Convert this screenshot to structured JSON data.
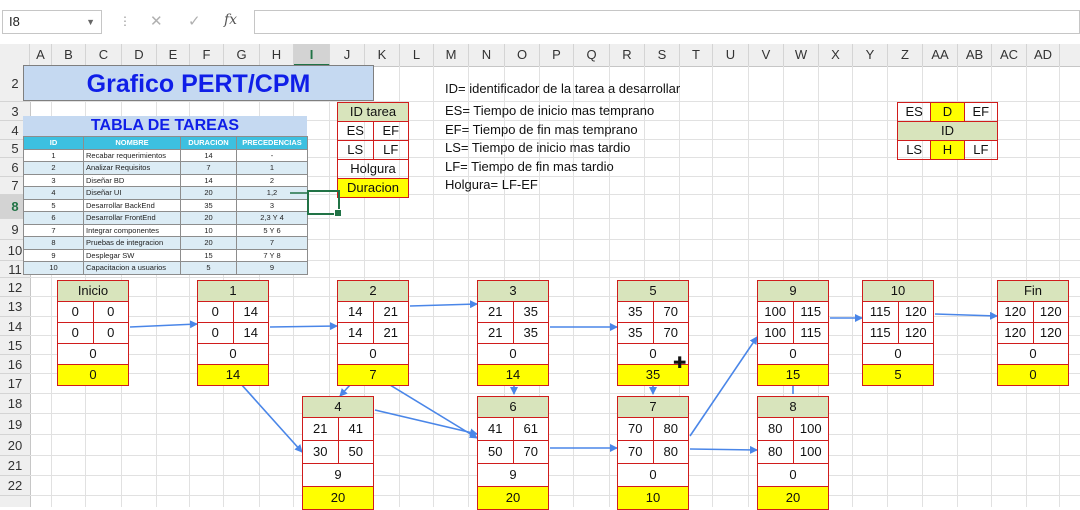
{
  "formula_bar": {
    "name_box": "I8",
    "cancel_icon": "✕",
    "enter_icon": "✓",
    "fx_label": "fx",
    "value": ""
  },
  "columns": [
    "A",
    "B",
    "C",
    "D",
    "E",
    "F",
    "G",
    "H",
    "I",
    "J",
    "K",
    "L",
    "M",
    "N",
    "O",
    "P",
    "Q",
    "R",
    "S",
    "T",
    "U",
    "V",
    "W",
    "X",
    "Y",
    "Z",
    "AA",
    "AB",
    "AC",
    "AD"
  ],
  "rows": [
    "2",
    "3",
    "4",
    "5",
    "6",
    "7",
    "8",
    "9",
    "10",
    "11",
    "12",
    "13",
    "14",
    "15",
    "16",
    "17",
    "18",
    "19",
    "20",
    "21",
    "22"
  ],
  "selected_cell": {
    "column": "I",
    "row": "8"
  },
  "title": "Grafico PERT/CPM",
  "task_table": {
    "title": "TABLA DE TAREAS",
    "headers": [
      "ID",
      "NOMBRE",
      "DURACION",
      "PRECEDENCIAS"
    ],
    "rows": [
      [
        "1",
        "Recabar requerimientos",
        "14",
        "-"
      ],
      [
        "2",
        "Analizar Requisitos",
        "7",
        "1"
      ],
      [
        "3",
        "Diseñar BD",
        "14",
        "2"
      ],
      [
        "4",
        "Diseñar UI",
        "20",
        "1,2"
      ],
      [
        "5",
        "Desarrollar BackEnd",
        "35",
        "3"
      ],
      [
        "6",
        "Desarrollar FrontEnd",
        "20",
        "2,3 Y 4"
      ],
      [
        "7",
        "Integrar componentes",
        "10",
        "5 Y 6"
      ],
      [
        "8",
        "Pruebas de integracion",
        "20",
        "7"
      ],
      [
        "9",
        "Desplegar SW",
        "15",
        "7 Y 8"
      ],
      [
        "10",
        "Capacitacion a usuarios",
        "5",
        "9"
      ]
    ]
  },
  "legend_left": {
    "id_label": "ID tarea",
    "es": "ES",
    "ef": "EF",
    "ls": "LS",
    "lf": "LF",
    "holgura": "Holgura",
    "duracion": "Duracion"
  },
  "definitions": [
    "ID= identificador de la tarea a desarrollar",
    "ES= Tiempo de inicio mas temprano",
    "EF= Tiempo de fin mas temprano",
    "LS= Tiempo de inicio mas tardio",
    "LF= Tiempo de fin mas tardio",
    "Holgura= LF-EF"
  ],
  "legend_right": {
    "es": "ES",
    "d": "D",
    "ef": "EF",
    "id": "ID",
    "ls": "LS",
    "h": "H",
    "lf": "LF"
  },
  "colors": {
    "node_border": "#d01c1c",
    "node_title_bg": "#d8e4bc",
    "duration_bg": "#ffff00",
    "title_text": "#0f1ee8",
    "arrow": "#4a86e8"
  },
  "nodes": [
    {
      "id": "Inicio",
      "es": "0",
      "ef": "0",
      "ls": "0",
      "lf": "0",
      "holgura": "0",
      "duracion": "0"
    },
    {
      "id": "1",
      "es": "0",
      "ef": "14",
      "ls": "0",
      "lf": "14",
      "holgura": "0",
      "duracion": "14"
    },
    {
      "id": "2",
      "es": "14",
      "ef": "21",
      "ls": "14",
      "lf": "21",
      "holgura": "0",
      "duracion": "7"
    },
    {
      "id": "3",
      "es": "21",
      "ef": "35",
      "ls": "21",
      "lf": "35",
      "holgura": "0",
      "duracion": "14"
    },
    {
      "id": "5",
      "es": "35",
      "ef": "70",
      "ls": "35",
      "lf": "70",
      "holgura": "0",
      "duracion": "35"
    },
    {
      "id": "9",
      "es": "100",
      "ef": "115",
      "ls": "100",
      "lf": "115",
      "holgura": "0",
      "duracion": "15"
    },
    {
      "id": "10",
      "es": "115",
      "ef": "120",
      "ls": "115",
      "lf": "120",
      "holgura": "0",
      "duracion": "5"
    },
    {
      "id": "Fin",
      "es": "120",
      "ef": "120",
      "ls": "120",
      "lf": "120",
      "holgura": "0",
      "duracion": "0"
    },
    {
      "id": "4",
      "es": "21",
      "ef": "41",
      "ls": "30",
      "lf": "50",
      "holgura": "9",
      "duracion": "20"
    },
    {
      "id": "6",
      "es": "41",
      "ef": "61",
      "ls": "50",
      "lf": "70",
      "holgura": "9",
      "duracion": "20"
    },
    {
      "id": "7",
      "es": "70",
      "ef": "80",
      "ls": "70",
      "lf": "80",
      "holgura": "0",
      "duracion": "10"
    },
    {
      "id": "8",
      "es": "80",
      "ef": "100",
      "ls": "80",
      "lf": "100",
      "holgura": "0",
      "duracion": "20"
    }
  ]
}
